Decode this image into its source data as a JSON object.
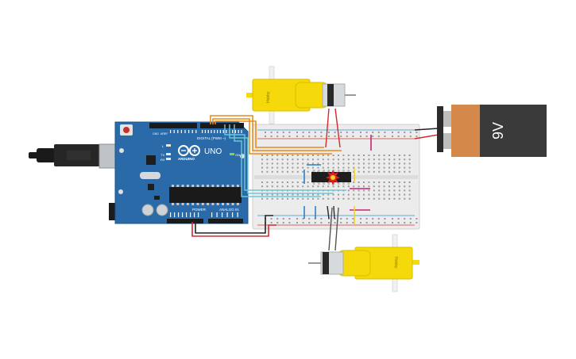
{
  "arduino": {
    "brand": "ARDUINO",
    "model": "UNO",
    "digital_header": "DIGITAL (PWM ~)",
    "power_header": "POWER",
    "analog_header": "ANALOG IN",
    "on_label": "ON",
    "tx_label": "TX",
    "rx_label": "RX",
    "l_label": "L",
    "aref_label": "AREF",
    "gnd_label": "GND"
  },
  "battery": {
    "label": "9V"
  },
  "motor_top": {
    "label": "Hobby"
  },
  "motor_bottom": {
    "label": "Hobby"
  },
  "colors": {
    "arduino_blue": "#2a6aa8",
    "battery_orange": "#d4894a",
    "battery_dark": "#3a3a3a",
    "motor_yellow": "#f5d90a",
    "wire_orange": "#e98a19",
    "wire_red": "#d22a2a",
    "wire_black": "#222222",
    "wire_teal": "#6fc7d6",
    "wire_blue": "#2f7fc4",
    "wire_magenta": "#c8237a",
    "breadboard": "#ededed"
  }
}
